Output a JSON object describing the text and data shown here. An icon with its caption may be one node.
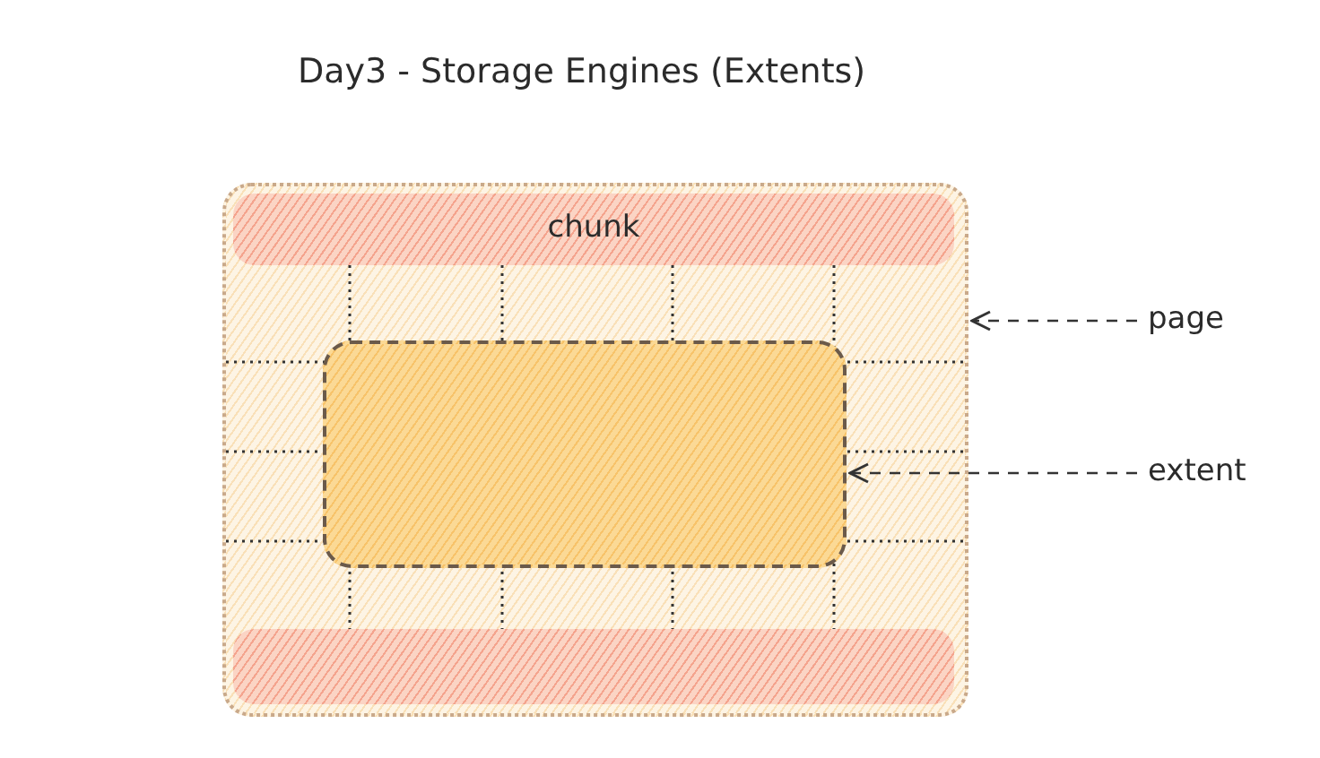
{
  "diagram": {
    "title": "Day3 - Storage Engines (Extents)",
    "nodes": [
      {
        "text": [],
        "shape": "box"
      },
      {
        "text": [
          "chunk"
        ],
        "in": 0
      },
      {
        "text": [],
        "shape": "bar",
        "in": 0
      },
      {
        "text": [],
        "shape": "box",
        "in": 0
      },
      {
        "text": [
          "page"
        ]
      },
      {
        "text": [
          "extent"
        ]
      }
    ],
    "edges": [
      {
        "from": 4,
        "to": 0,
        "arrow": "to",
        "style": "dashed"
      },
      {
        "from": 5,
        "to": 3,
        "arrow": "to",
        "style": "dashed"
      }
    ]
  }
}
